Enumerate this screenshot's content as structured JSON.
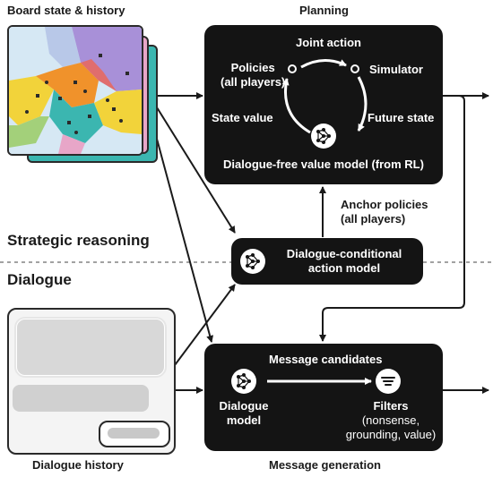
{
  "labels": {
    "board_state": "Board state & history",
    "planning": "Planning",
    "strategic_reasoning": "Strategic reasoning",
    "dialogue": "Dialogue",
    "dialogue_history": "Dialogue history",
    "message_generation": "Message generation"
  },
  "planning_box": {
    "joint_action": "Joint action",
    "policies_line1": "Policies",
    "policies_line2": "(all players)",
    "simulator": "Simulator",
    "state_value": "State value",
    "future_state": "Future state",
    "value_model": "Dialogue-free value model (from RL)"
  },
  "anchor": {
    "line1": "Anchor policies",
    "line2": "(all players)"
  },
  "action_model": {
    "line1": "Dialogue-conditional",
    "line2": "action model"
  },
  "message_box": {
    "message_candidates": "Message candidates",
    "dialogue_model_line1": "Dialogue",
    "dialogue_model_line2": "model",
    "filters": "Filters",
    "filters_line2": "(nonsense,",
    "filters_line3": "grounding, value)"
  },
  "icons": [
    "neural-network-icon",
    "filter-icon",
    "cycle-arrows-icon",
    "map-stack-icon",
    "chat-bubbles-icon"
  ],
  "colors": {
    "box_fill": "#141414",
    "box_text": "#ffffff",
    "map_sea": "#d6e8f4",
    "map_orange": "#f0922b",
    "map_purple": "#a890d8",
    "map_teal": "#3bb6b0",
    "map_yellow": "#f2d33a",
    "map_pink": "#e8a6c8",
    "chat_gray": "#c8c8c8"
  }
}
